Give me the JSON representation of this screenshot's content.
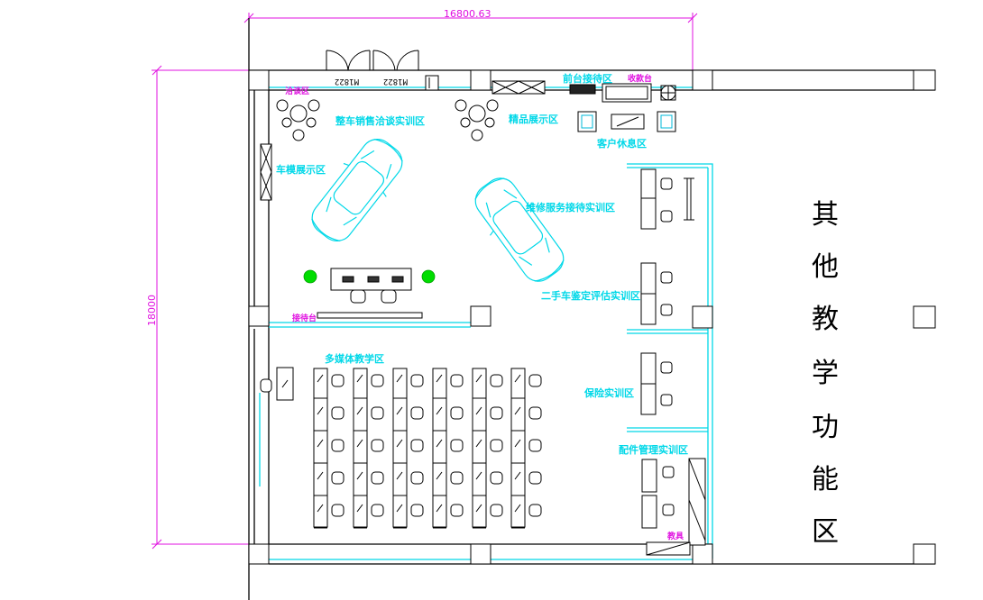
{
  "dimensions": {
    "width_label": "16800.63",
    "height_label": "18000"
  },
  "door_labels": [
    "M1822",
    "M1822"
  ],
  "zones": {
    "tea_area": "洽谈区",
    "vehicle_sales_training": "整车销售洽谈实训区",
    "boutique_display": "精品展示区",
    "reception_top": "前台接待区",
    "cashier": "收款台",
    "customer_rest": "客户休息区",
    "model_display": "车模展示区",
    "maintenance_service": "维修服务接待实训区",
    "used_car_assessment": "二手车鉴定评估实训区",
    "reception_desk": "接待台",
    "multimedia_teaching": "多媒体教学区",
    "insurance_training": "保险实训区",
    "parts_management": "配件管理实训区",
    "tools": "教具"
  },
  "side_title": [
    "其",
    "他",
    "教",
    "学",
    "功",
    "能",
    "区"
  ],
  "colors": {
    "wall": "#000000",
    "partition": "#00d8e8",
    "dimension": "#e010e0",
    "plant": "#00dd00"
  }
}
